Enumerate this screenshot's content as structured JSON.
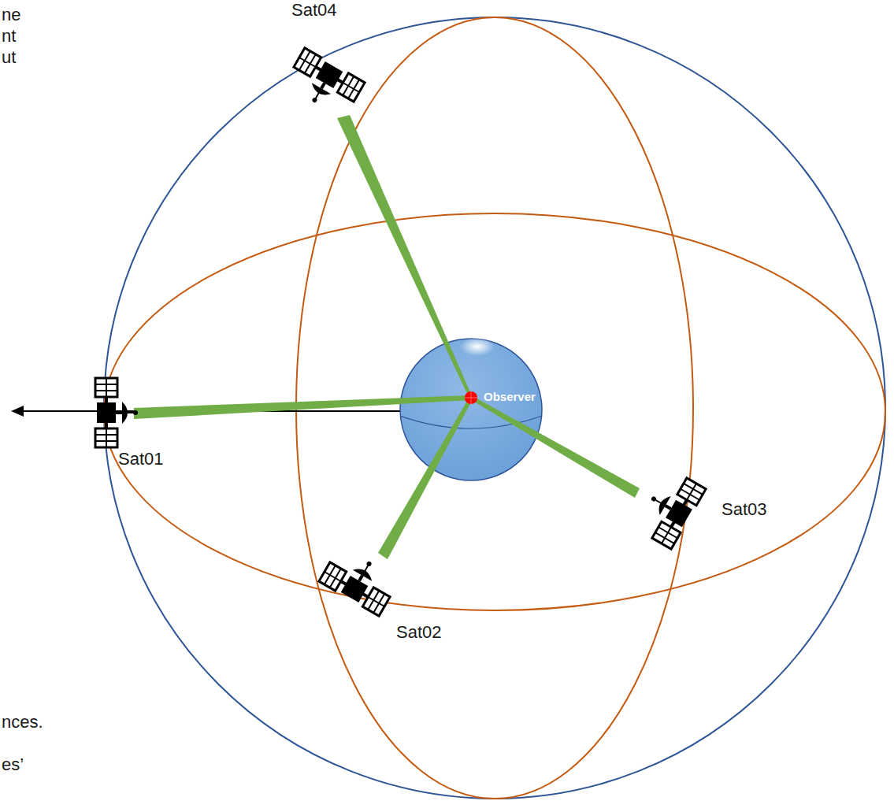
{
  "diagram": {
    "labels": [
      "ne",
      "nt",
      "ut",
      "Sat04",
      "Observer",
      "Sat01",
      "Sat03",
      "Sat02",
      "nces.",
      "es’"
    ]
  }
}
